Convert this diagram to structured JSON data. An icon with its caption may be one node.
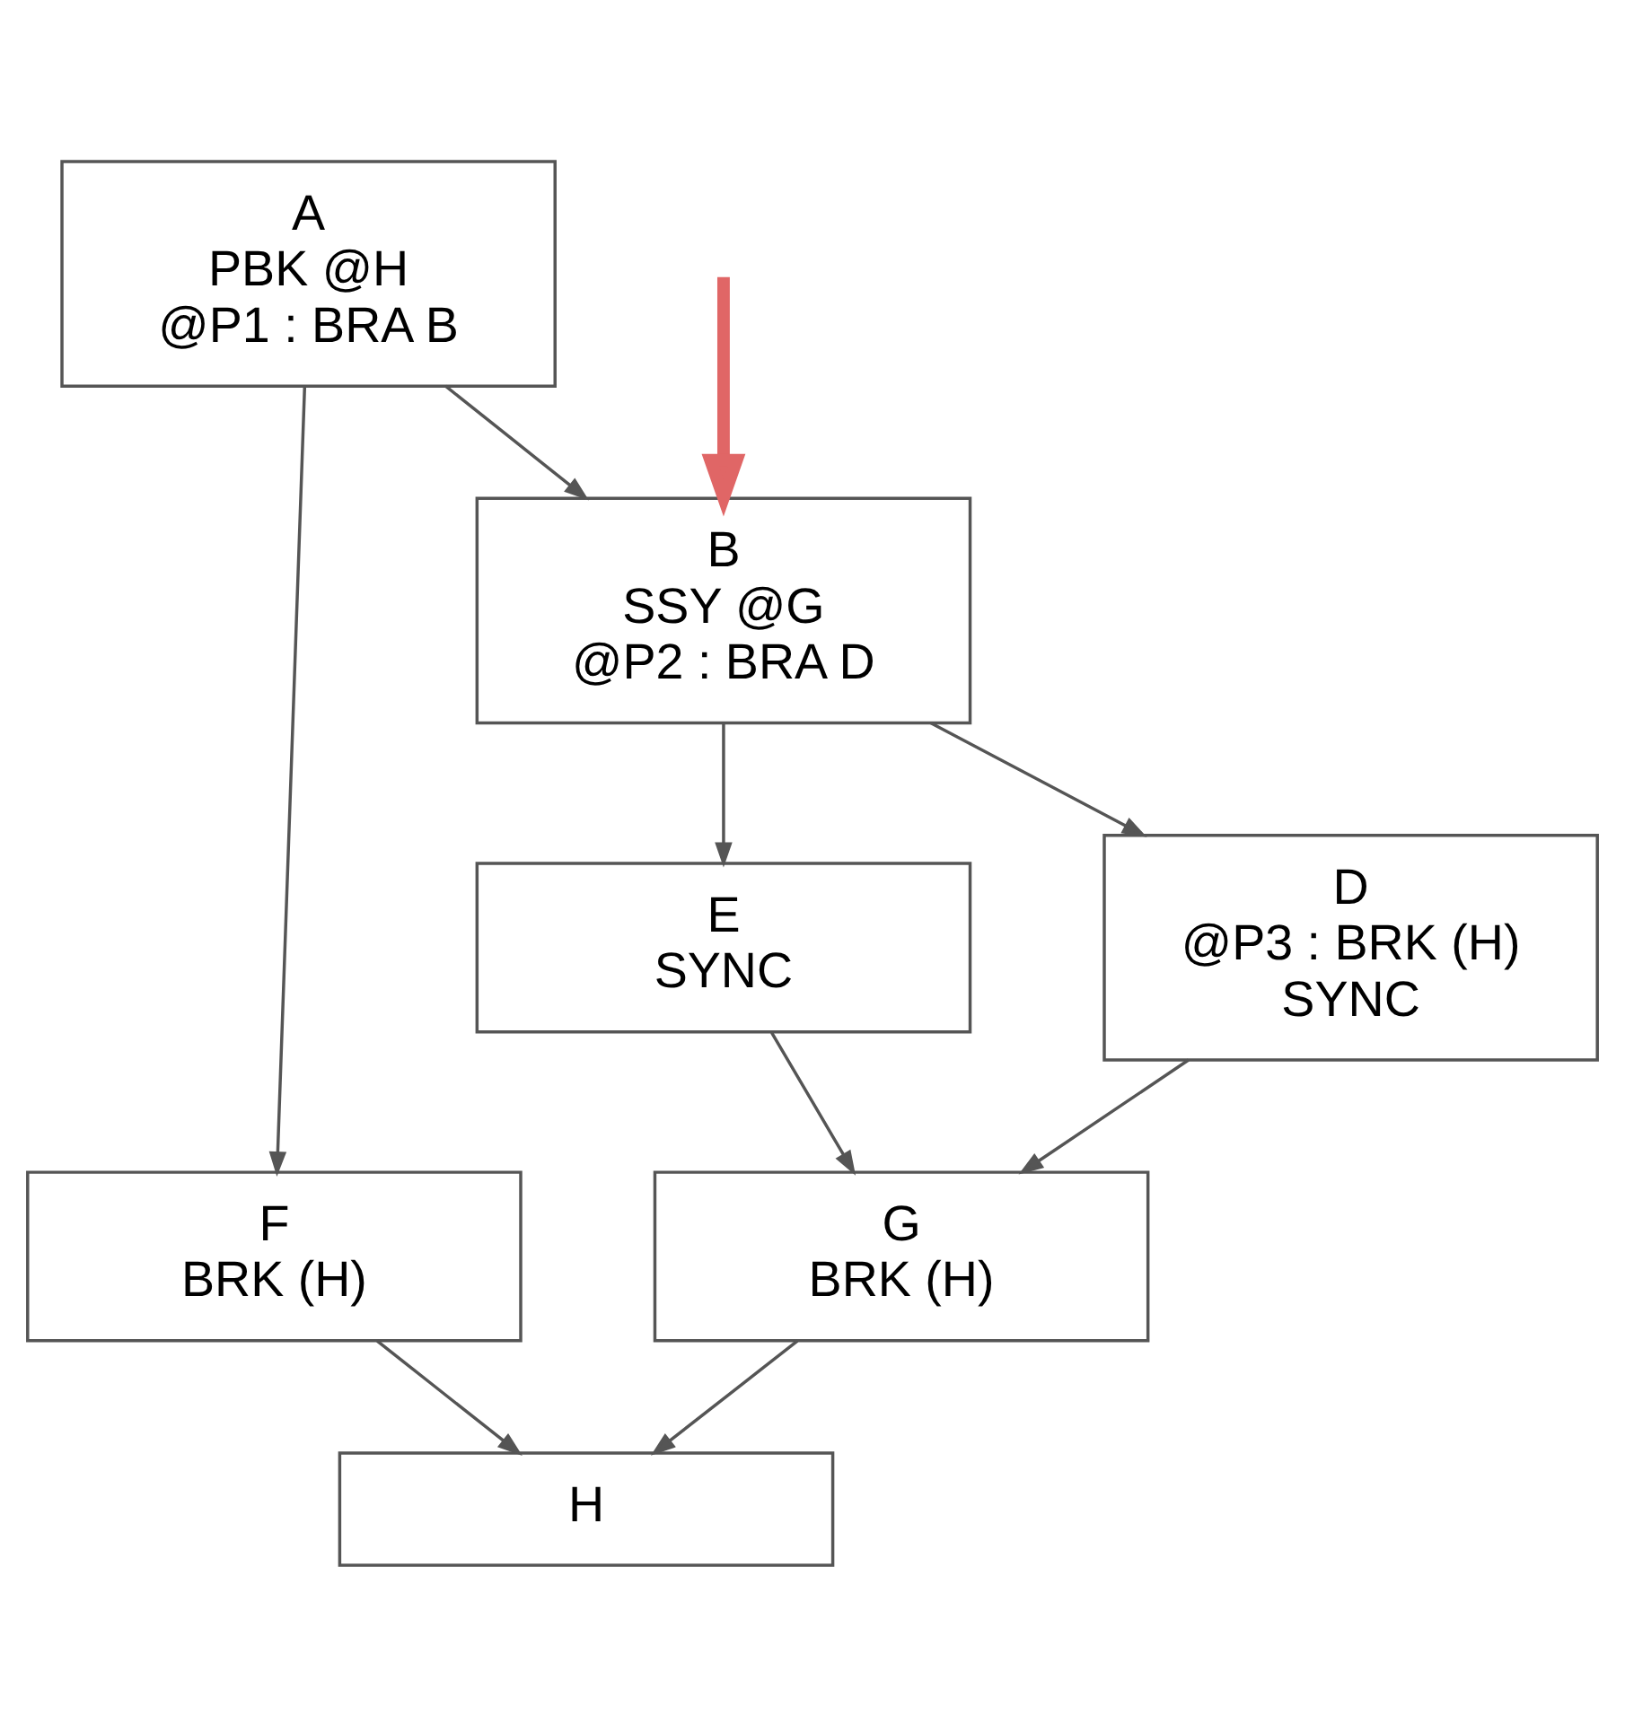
{
  "diagram": {
    "nodes": [
      {
        "text": [
          "A",
          "PBK @H",
          "@P1 : BRA B"
        ]
      },
      {
        "text": [
          "F",
          "BRK (H)"
        ]
      },
      {
        "text": [
          "B",
          "SSY @G",
          "@P2 : BRA D"
        ]
      },
      {
        "text": [
          "E",
          "SYNC"
        ]
      },
      {
        "text": [
          "D",
          "@P3 : BRK (H)",
          "SYNC"
        ]
      },
      {
        "text": [
          "G",
          "BRK (H)"
        ]
      },
      {
        "text": [
          "H"
        ]
      }
    ],
    "edges": [
      {
        "from": 0,
        "to": 1,
        "arrow": "to"
      },
      {
        "from": 0,
        "to": 2,
        "arrow": "to"
      },
      {
        "from": null,
        "to": 2,
        "arrow": "to",
        "style": "thick",
        "color": "#e06666"
      },
      {
        "from": 2,
        "to": 3,
        "arrow": "to"
      },
      {
        "from": 2,
        "to": 4,
        "arrow": "to"
      },
      {
        "from": 1,
        "to": 6,
        "arrow": "to"
      },
      {
        "from": 3,
        "to": 5,
        "arrow": "to"
      },
      {
        "from": 4,
        "to": 5,
        "arrow": "to"
      },
      {
        "from": 5,
        "to": 6,
        "arrow": "to"
      }
    ]
  }
}
